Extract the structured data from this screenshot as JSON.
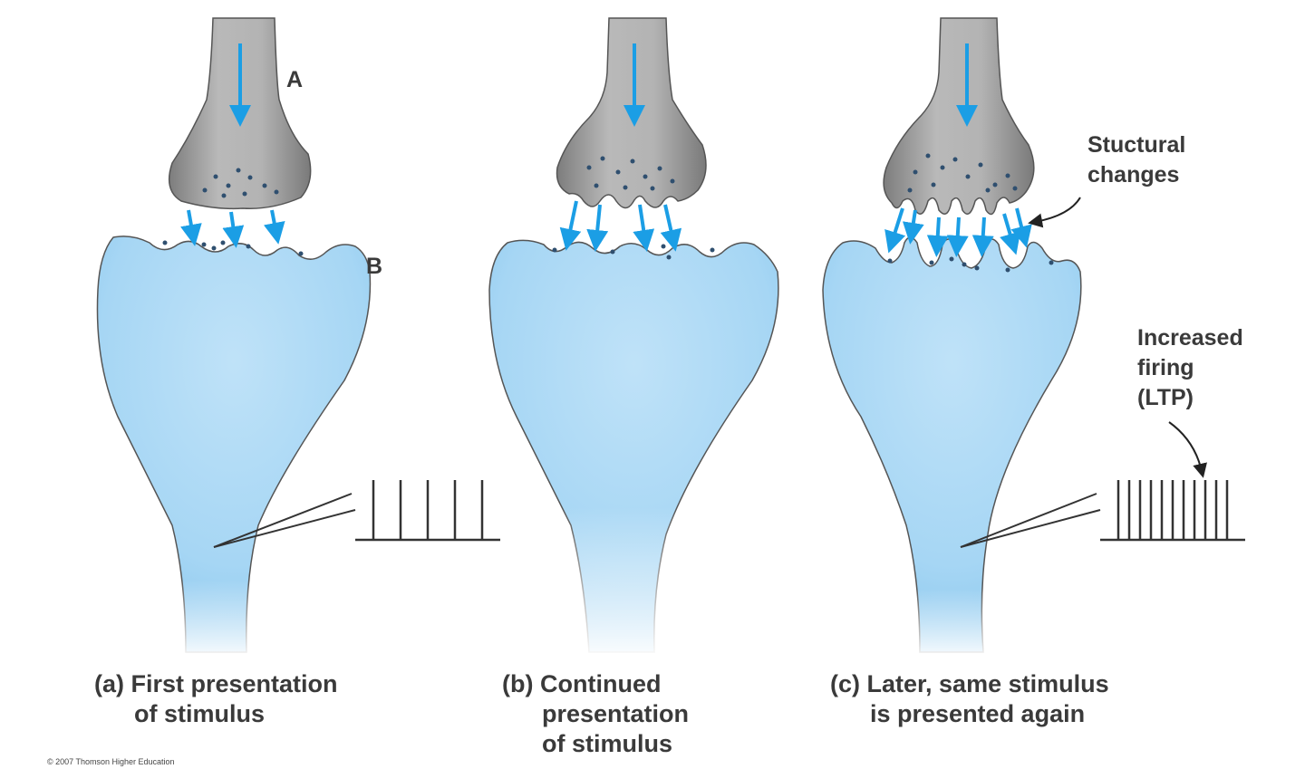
{
  "labels": {
    "a": "A",
    "b": "B",
    "structural_line1": "Stuctural",
    "structural_line2": "changes",
    "increased_line1": "Increased",
    "increased_line2": "firing",
    "increased_line3": "(LTP)"
  },
  "captions": {
    "a_line1": "(a) First presentation",
    "a_line2": "of stimulus",
    "b_line1": "(b) Continued",
    "b_line2": "presentation",
    "b_line3": "of stimulus",
    "c_line1": "(c) Later, same stimulus",
    "c_line2": "is presented again"
  },
  "copyright": "© 2007 Thomson Higher Education",
  "panels": [
    {
      "id": "a",
      "recorded_spikes": 5
    },
    {
      "id": "b",
      "recorded_spikes": 0
    },
    {
      "id": "c",
      "recorded_spikes": 11
    }
  ],
  "colors": {
    "presynaptic": "#a3a3a3",
    "postsynaptic": "#9fd2f2",
    "arrow": "#1b9ee5",
    "trace": "#3a3a3a",
    "text": "#3a3a3a"
  }
}
